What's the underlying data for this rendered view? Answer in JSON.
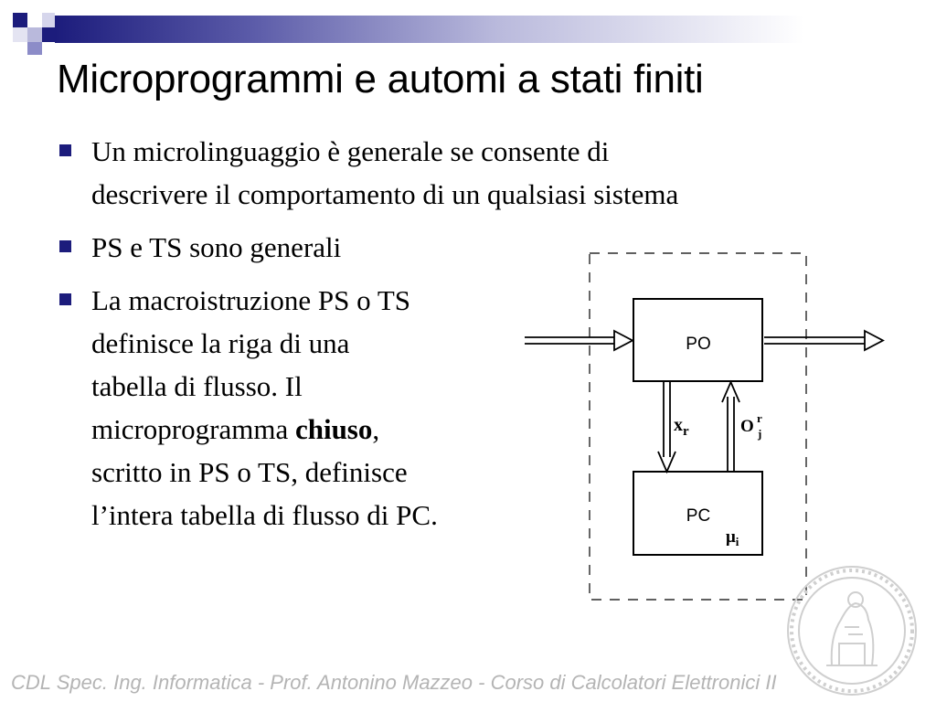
{
  "slide": {
    "title": "Microprogrammi e automi a stati finiti",
    "bullets": [
      {
        "lines": [
          "Un microlinguaggio è generale se consente di",
          "descrivere il comportamento di un qualsiasi sistema"
        ]
      },
      {
        "lines": [
          "PS e TS sono generali"
        ]
      },
      {
        "line1": "La macroistruzione PS o TS",
        "line2": "definisce la riga di una",
        "line3": "tabella di flusso. Il",
        "line4_prefix": "microprogramma ",
        "line4_bold": "chiuso",
        "line4_suffix": ",",
        "line5": "scritto in PS o TS, definisce",
        "line6": "l’intera tabella di flusso di PC."
      }
    ]
  },
  "diagram": {
    "po_label": "PO",
    "pc_label": "PC",
    "x_label": "x",
    "x_sub": "r",
    "o_label": "O",
    "o_sup": "r",
    "o_sub": "j",
    "mu_label": "μ",
    "mu_sub": "i"
  },
  "footer": {
    "text": "CDL Spec. Ing. Informatica - Prof. Antonino Mazzeo  -  Corso di Calcolatori Elettronici II"
  },
  "colors": {
    "bullet": "#1c1c7c",
    "banner_dark": "#1c1c7c",
    "banner_mid": "#8c8cc8",
    "footer_text": "#b4b4b4",
    "seal": "#cfcfcf"
  }
}
